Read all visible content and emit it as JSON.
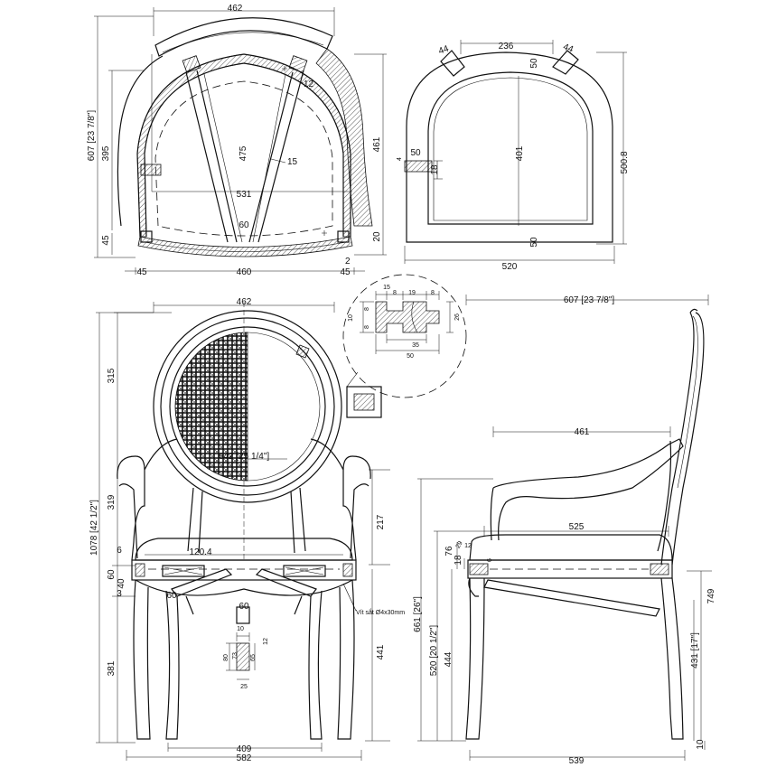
{
  "top_view": {
    "dims": {
      "overall_width": "462",
      "overall_depth": "607 [23 7/8\"]",
      "depth_395": "395",
      "depth_475": "475",
      "depth_461": "461",
      "width_531": "531",
      "width_460": "460",
      "rail_60": "60",
      "side_45_left": "45",
      "side_45_right": "45",
      "front_45": "45",
      "front_20": "20",
      "angle_15": "15",
      "angle_12": "12",
      "offset_2": "2"
    }
  },
  "seat_frame_view": {
    "dims": {
      "top_236": "236",
      "corner_44_left": "44",
      "corner_44_right": "44",
      "rail_50_top": "50",
      "rail_50_left": "50",
      "rail_50_bottom": "50",
      "depth_401": "401",
      "depth_500_8": "500.8",
      "width_520": "520",
      "slot_18": "18",
      "slot_4": "4"
    }
  },
  "profile_detail": {
    "dims": {
      "w15": "15",
      "w8a": "8",
      "w19": "19",
      "w8b": "8",
      "h10": "10",
      "h8a": "8",
      "h8b": "8",
      "h26": "26",
      "w35": "35",
      "w50": "50"
    }
  },
  "front_view": {
    "dims": {
      "top_width": "462",
      "back_315": "315",
      "arm_642": "642 [25 1/4\"]",
      "overall_1078": "1078 [42 1/2\"]",
      "arm_319": "319",
      "arm_217": "217",
      "seat_6": "6",
      "seat_60": "60",
      "seat_40": "40",
      "seat_3": "3",
      "rail_120_4": "120.4",
      "brace_60_a": "60",
      "brace_60_b": "60",
      "leg_381": "381",
      "leg_441": "441",
      "leg_section_10": "10",
      "leg_section_12": "12",
      "leg_section_80": "80",
      "leg_section_73": "73",
      "leg_section_65": "65",
      "leg_section_25": "25",
      "bottom_409": "409",
      "bottom_582": "582"
    },
    "notes": {
      "screw_note": "Vít sắt Ø4x30mm"
    }
  },
  "side_view": {
    "dims": {
      "depth_607": "607 [23 7/8\"]",
      "arm_461": "461",
      "seat_525": "525",
      "h76": "76",
      "h18": "18",
      "h29": "29",
      "h12": "12",
      "h6": "6",
      "h661": "661 [26\"]",
      "h520": "520 [20 1/2\"]",
      "h444": "444",
      "h749": "749",
      "h431": "431 [17\"]",
      "foot_10": "10",
      "bottom_539": "539"
    }
  }
}
